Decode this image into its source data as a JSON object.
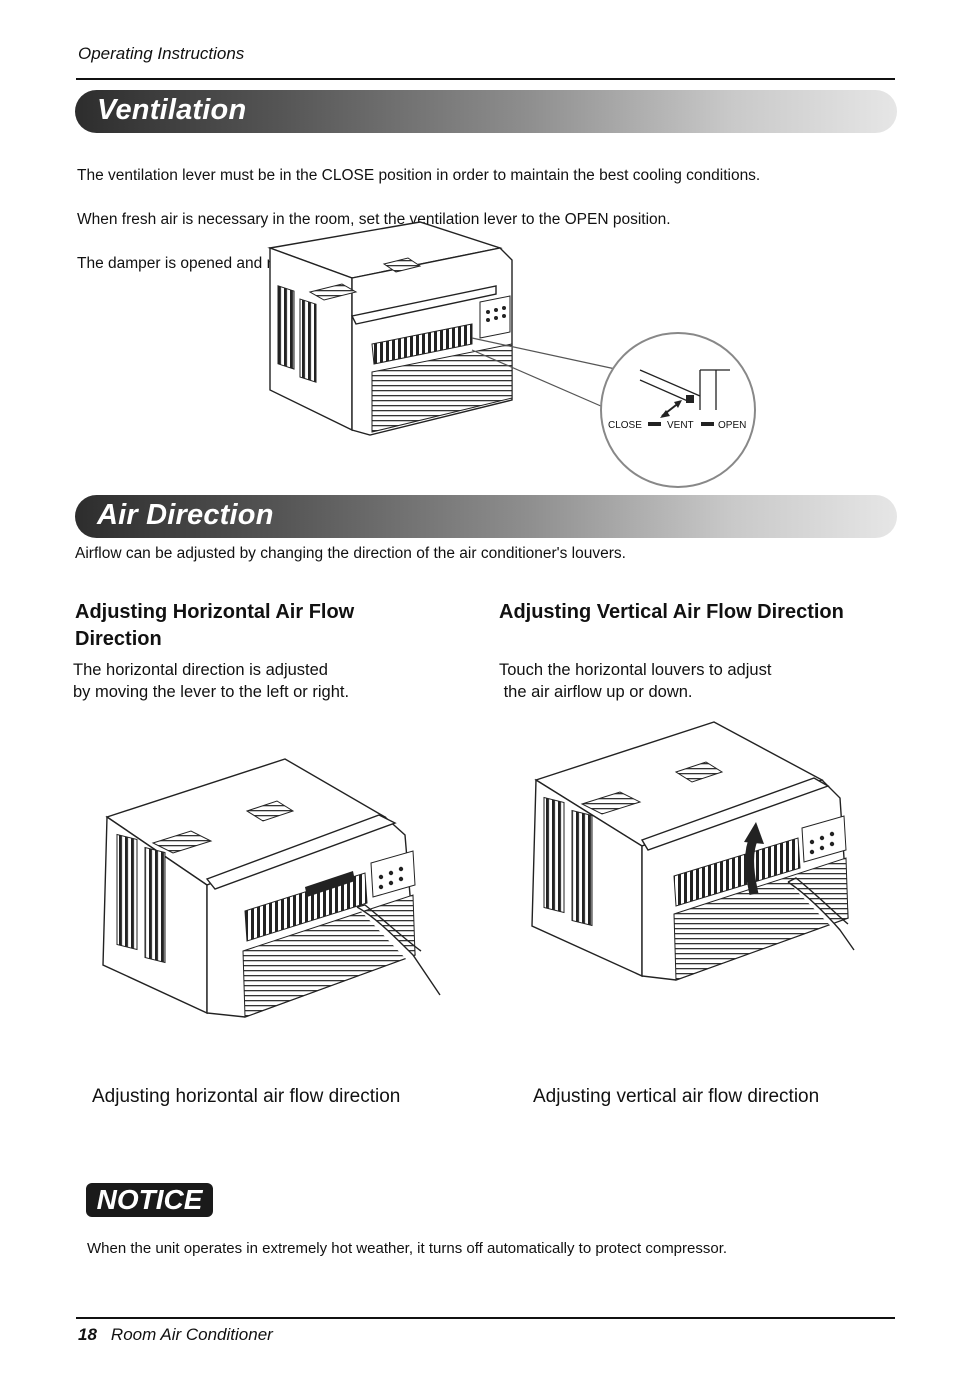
{
  "header": {
    "running_head": "Operating Instructions"
  },
  "ventilation": {
    "title": "Ventilation",
    "lines": [
      "The ventilation lever must be in the CLOSE position in order to maintain the best cooling conditions.",
      "When fresh air is necessary in the room, set the ventilation lever to the OPEN position.",
      "The damper is opened and room air is drawn out."
    ],
    "lever_labels": {
      "close": "CLOSE",
      "vent": "VENT",
      "open": "OPEN"
    }
  },
  "air_direction": {
    "title": "Air Direction",
    "intro": "Airflow can be adjusted by changing the direction of the air conditioner's  louvers.",
    "horizontal": {
      "heading_line1": "Adjusting Horizontal Air Flow",
      "heading_line2": "Direction",
      "body_line1": "The horizontal direction is adjusted",
      "body_line2": "by moving the lever to the left or right.",
      "caption": "Adjusting horizontal air flow direction"
    },
    "vertical": {
      "heading": "Adjusting Vertical Air Flow Direction",
      "body_line1": "Touch the horizontal louvers to adjust",
      "body_line2": " the air airflow up or down.",
      "caption": "Adjusting vertical air flow direction"
    }
  },
  "notice": {
    "badge": "NOTICE",
    "text": "When the unit operates in extremely hot weather, it turns off automatically to protect compressor."
  },
  "footer": {
    "page_number": "18",
    "title": "Room Air Conditioner"
  }
}
